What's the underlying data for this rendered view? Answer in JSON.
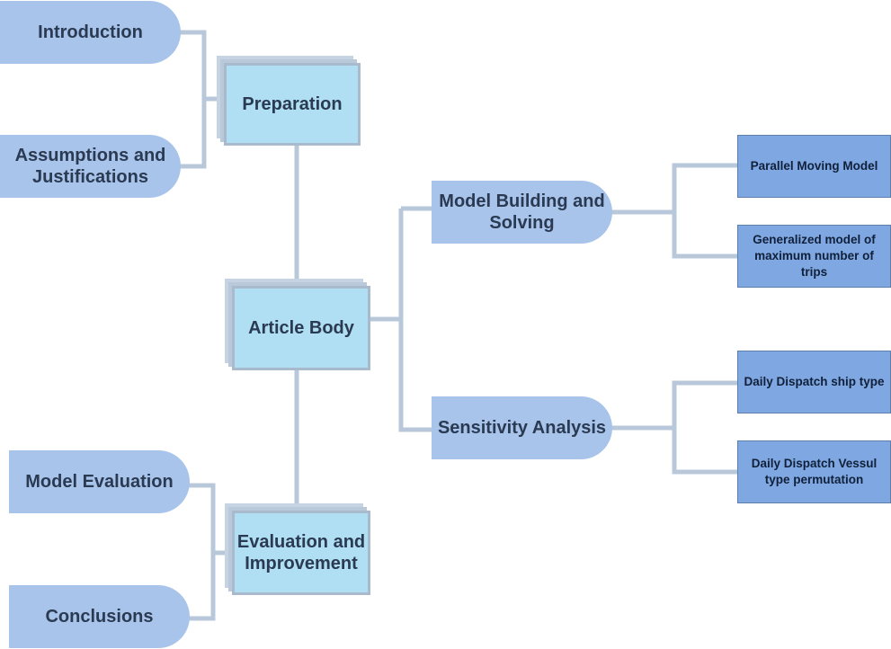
{
  "diagram": {
    "center": "Article Body",
    "preparation": {
      "label": "Preparation",
      "children": [
        "Introduction",
        "Assumptions and Justifications"
      ]
    },
    "evaluation": {
      "label": "Evaluation and Improvement",
      "children": [
        "Model Evaluation",
        "Conclusions"
      ]
    },
    "model_building": {
      "label": "Model Building and Solving",
      "children": [
        "Parallel Moving Model",
        "Generalized model of maximum number of trips"
      ]
    },
    "sensitivity": {
      "label": "Sensitivity Analysis",
      "children": [
        "Daily Dispatch ship type",
        "Daily Dispatch Vessul type permutation"
      ]
    }
  },
  "colors": {
    "connector": "#b8c8da",
    "pill": "#a9c4ea",
    "block": "#b0def2",
    "leaf": "#7fa7e1"
  }
}
